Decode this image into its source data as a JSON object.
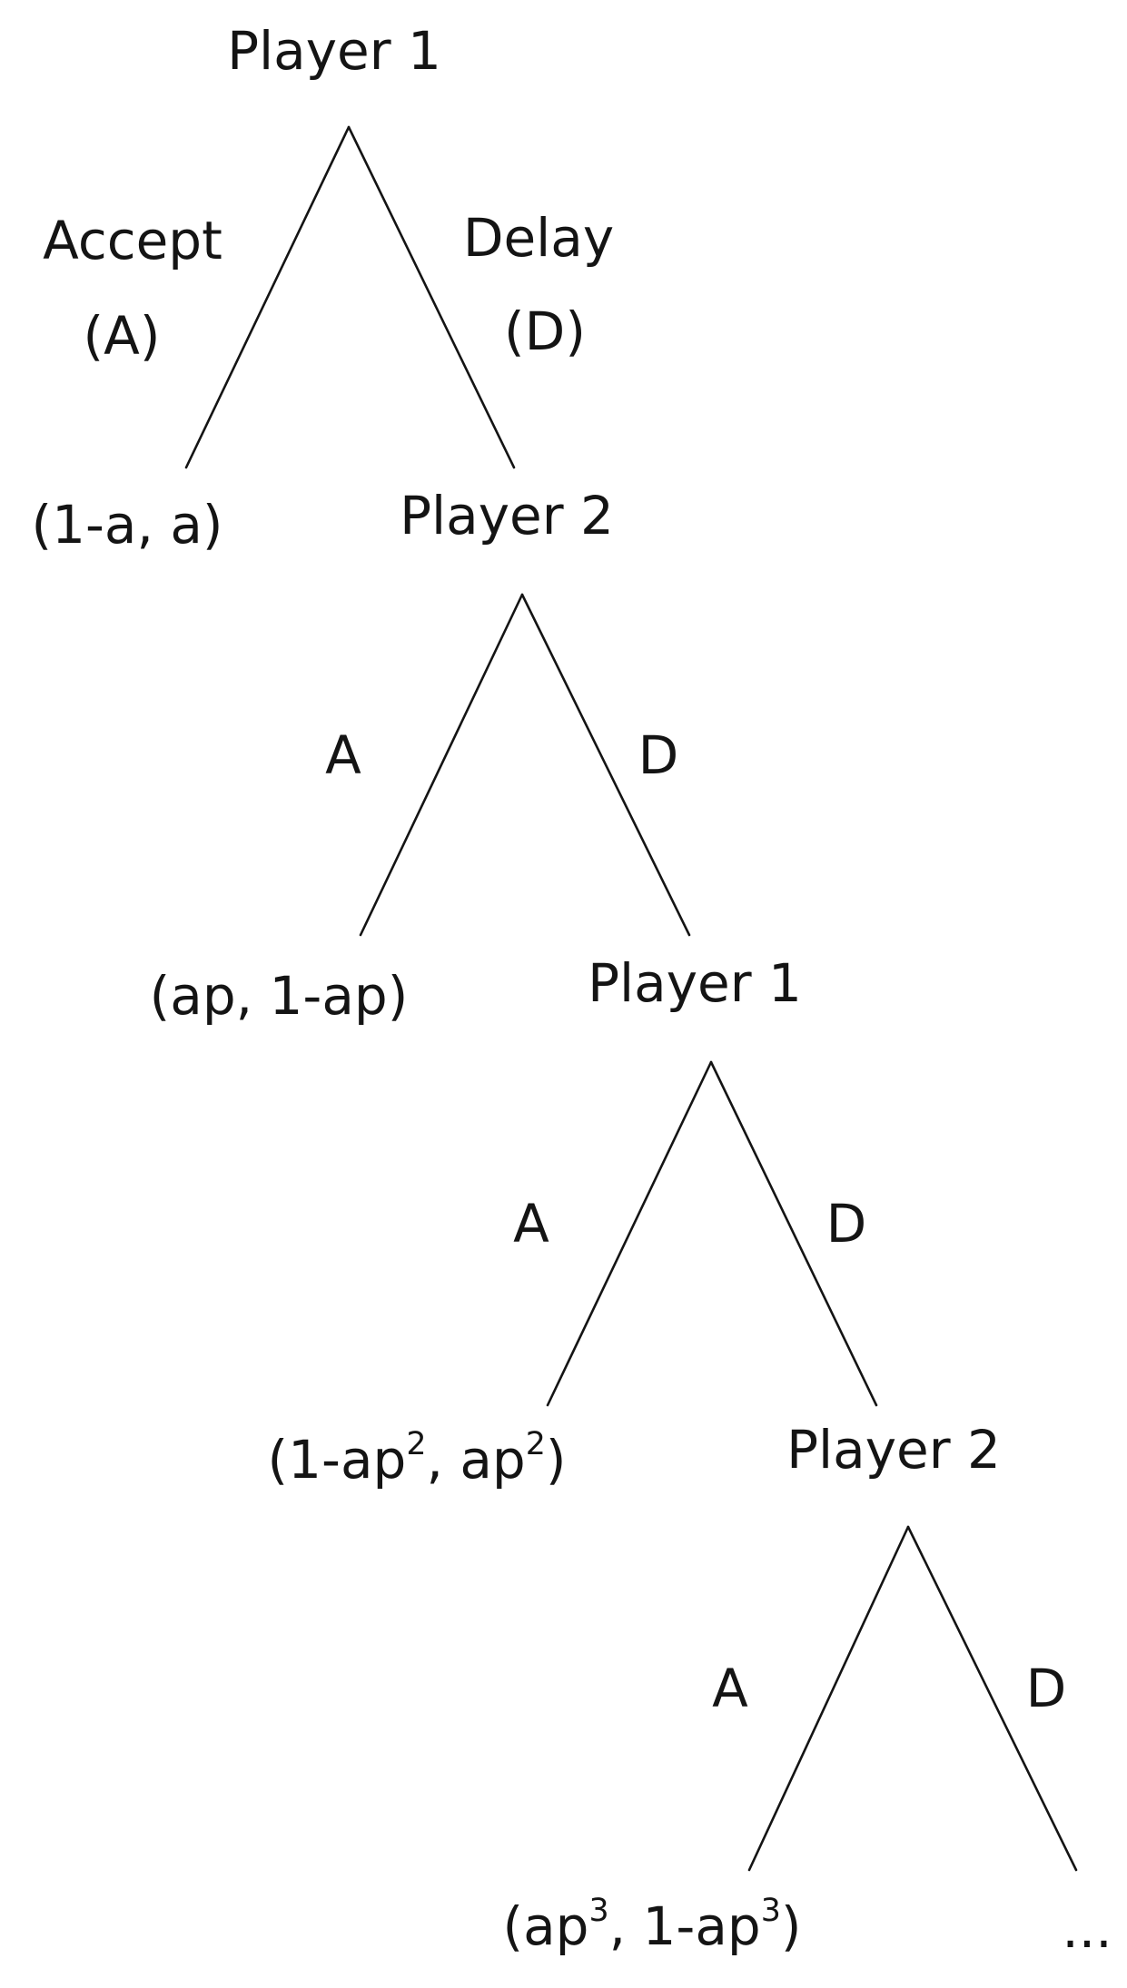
{
  "nodes": {
    "root": "Player 1",
    "n2": "Player 2",
    "n3": "Player 1",
    "n4": "Player 2"
  },
  "edge_labels": {
    "accept_line1": "Accept",
    "accept_line2": "(A)",
    "delay_line1": "Delay",
    "delay_line2": "(D)",
    "a2": "A",
    "d2": "D",
    "a3": "A",
    "d3": "D",
    "a4": "A",
    "d4": "D"
  },
  "payoffs": {
    "p1": "(1-a, a)",
    "p2": "(ap, 1-ap)",
    "p3": {
      "open": "(1-ap",
      "sup1": "2",
      "mid": ", ap",
      "sup2": "2",
      "close": ")"
    },
    "p4": {
      "open": "(ap",
      "sup1": "3",
      "mid": ", 1-ap",
      "sup2": "3",
      "close": ")"
    },
    "continuation": "..."
  },
  "colors": {
    "line": "#141414",
    "text": "#141414",
    "background": "#ffffff"
  }
}
